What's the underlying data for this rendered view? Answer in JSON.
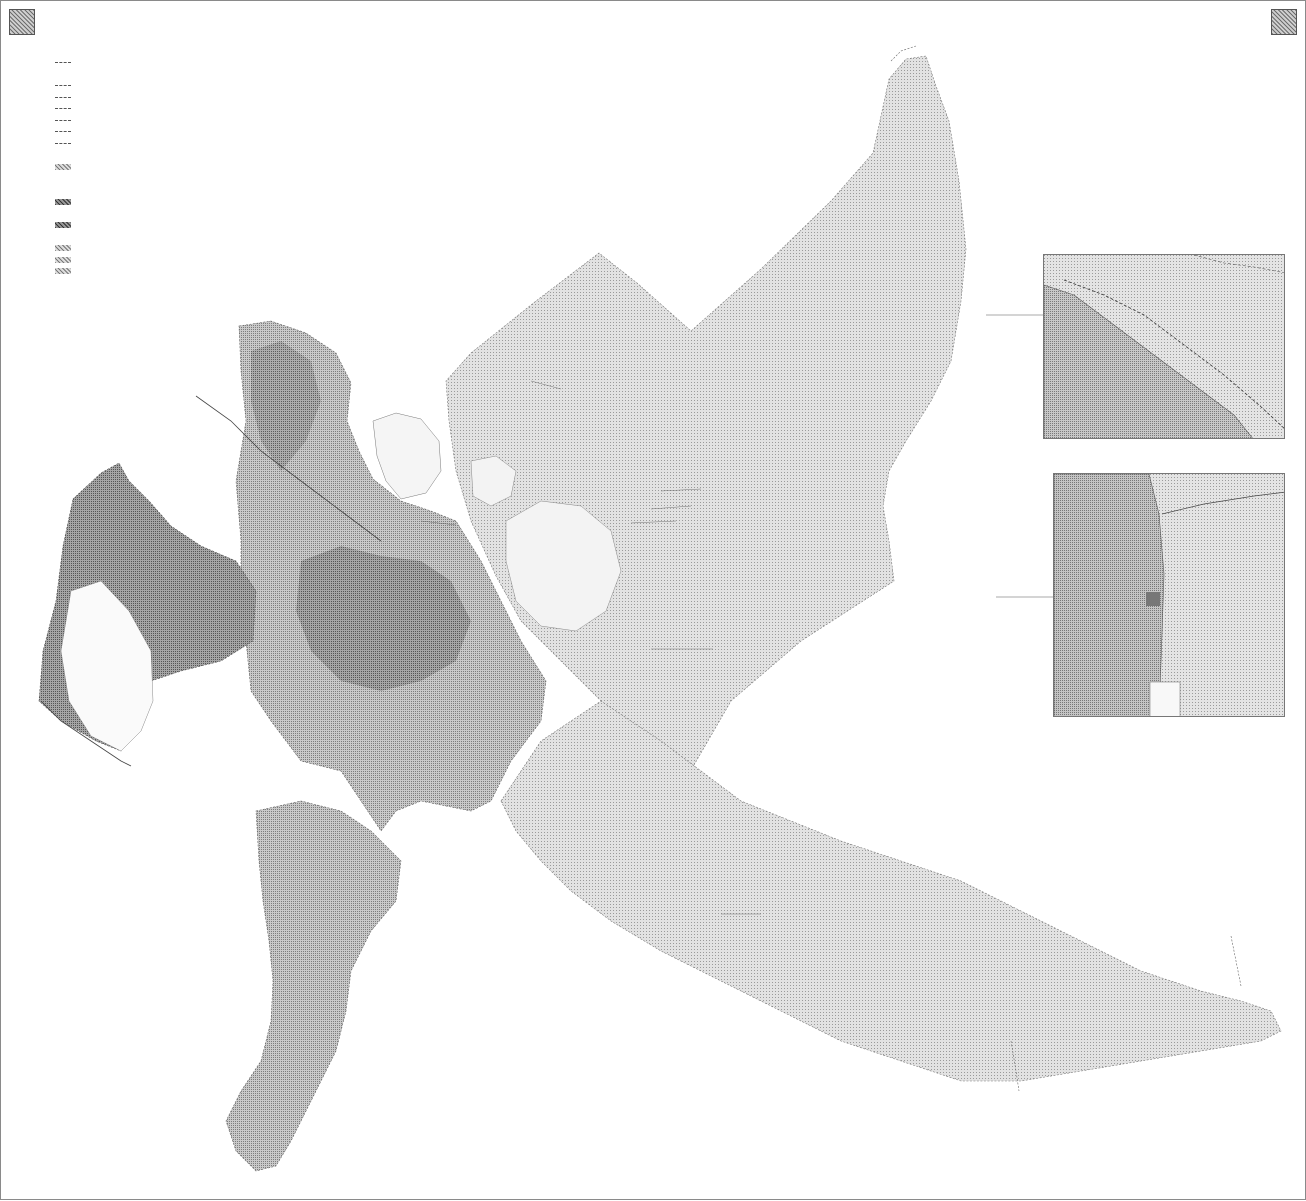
{
  "title": {
    "line1": "",
    "line2": ""
  },
  "legend": {
    "items": [
      {
        "symbol": "line",
        "label": ""
      },
      {
        "symbol": "none",
        "label": ""
      },
      {
        "symbol": "line",
        "label": ""
      },
      {
        "symbol": "line",
        "label": ""
      },
      {
        "symbol": "line",
        "label": ""
      },
      {
        "symbol": "line",
        "label": ""
      },
      {
        "symbol": "line",
        "label": ""
      },
      {
        "symbol": "line",
        "label": ""
      },
      {
        "symbol": "none",
        "label": ""
      },
      {
        "symbol": "fill",
        "label": ""
      },
      {
        "symbol": "none",
        "label": ""
      },
      {
        "symbol": "none",
        "label": ""
      },
      {
        "symbol": "dark",
        "label": ""
      },
      {
        "symbol": "none",
        "label": ""
      },
      {
        "symbol": "dark",
        "label": ""
      },
      {
        "symbol": "none",
        "label": ""
      },
      {
        "symbol": "fill",
        "label": ""
      },
      {
        "symbol": "fill",
        "label": ""
      },
      {
        "symbol": "fill",
        "label": ""
      }
    ]
  },
  "map_labels": {
    "north_neighbor": "",
    "zarechny": "",
    "penza_north": "",
    "penza_west": "",
    "west_selsovet": "",
    "east_selsovet": "",
    "southwest_selsovet": "",
    "southeast_selsovet": "",
    "south_central_selsovet": "",
    "south_bottom": "",
    "river_penza": "",
    "river_label2": "",
    "interior_a": "",
    "interior_b": "",
    "interior_c": "",
    "interior_d": "",
    "interior_e": "",
    "interior_f": "",
    "interior_g": "",
    "interior_h": ""
  },
  "insets": {
    "inset1_label": "",
    "inset2_label": "",
    "pointer1": "",
    "pointer2": ""
  },
  "footer": {
    "stamp_left": "",
    "stamp_right": ""
  },
  "colors": {
    "territory_light": "#d9d9d9",
    "territory_mid": "#bdbdbd",
    "territory_dark": "#8c8c8c",
    "boundary": "#555555"
  }
}
